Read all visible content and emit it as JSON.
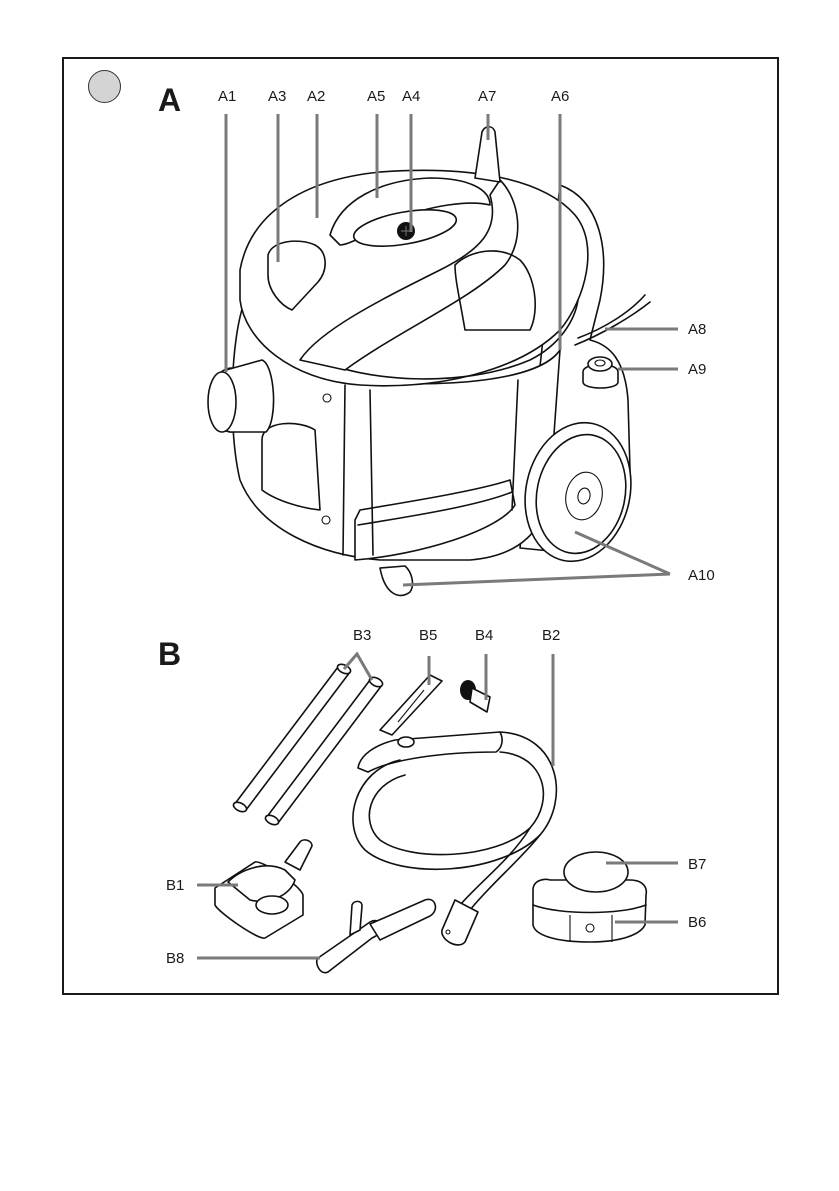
{
  "sections": {
    "A": {
      "letter": "A",
      "title": "Vacuum cleaner main unit"
    },
    "B": {
      "letter": "B",
      "title": "Accessories"
    }
  },
  "labels": {
    "A1": "A1",
    "A2": "A2",
    "A3": "A3",
    "A4": "A4",
    "A5": "A5",
    "A6": "A6",
    "A7": "A7",
    "A8": "A8",
    "A9": "A9",
    "A10": "A10",
    "B1": "B1",
    "B2": "B2",
    "B3": "B3",
    "B4": "B4",
    "B5": "B5",
    "B6": "B6",
    "B7": "B7",
    "B8": "B8"
  },
  "colors": {
    "leader_lines": "#7a7a7a",
    "outline": "#111111",
    "marker_fill": "#d4d4d4"
  }
}
